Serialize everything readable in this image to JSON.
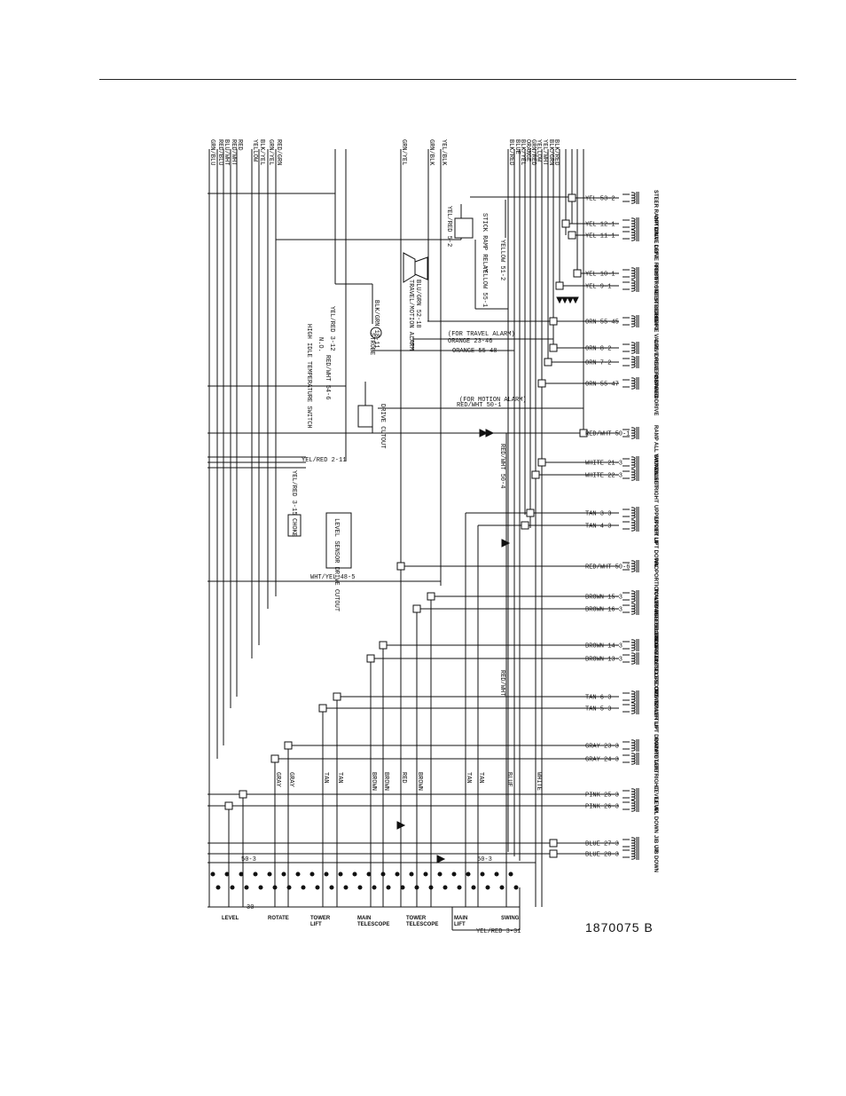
{
  "figure_id": "1870075  B",
  "top_wires": [
    "GRN/BLU",
    "RED/BLU",
    "BLU/WHT",
    "RED/WHT",
    "RED",
    "YELLOW",
    "BLK/YEL",
    "GRN/YEL",
    "RED/GRN",
    "GRN/YEL",
    "GRN/BLK",
    "YEL/BLK",
    "BLK/RED",
    "BLUE",
    "BLK/YEL",
    "ORANGE",
    "GRN/RED",
    "YELLOW",
    "YEL/WHT",
    "BLK/GRN",
    "BLK/RED"
  ],
  "right_wires": [
    {
      "label": "YEL 53-2",
      "component": "STEER RAMP"
    },
    {
      "label": "YEL 12-1",
      "component": "OPTIONAL DRIVE RIGHT"
    },
    {
      "label": "YEL 11-1",
      "component": "DRIVE LEFT"
    },
    {
      "label": "YEL 10-1",
      "component": "FRONT STEER RIGHT"
    },
    {
      "label": "YEL 9-1",
      "component": "FRONT STEER LEFT"
    },
    {
      "label": "ORN 55-45",
      "component": "BRAKE VALVE"
    },
    {
      "label": "ORN 8-2",
      "component": "DRIVE REVERSE"
    },
    {
      "label": "ORN 7-2",
      "component": "DRIVE FORWARD"
    },
    {
      "label": "ORN 55-47",
      "component": "2 SPEED DRIVE"
    },
    {
      "label": "RED/WHT 50-1",
      "component": "RAMP ALL VALVES"
    },
    {
      "label": "WHITE 21-3",
      "component": "SWING LEFT"
    },
    {
      "label": "WHITE 22-3",
      "component": "SWING RIGHT"
    },
    {
      "label": "TAN 3-3",
      "component": "UPPER LIFT UP"
    },
    {
      "label": "TAN 4-3",
      "component": "UPPER LIFT DOWN"
    },
    {
      "label": "RED/WHT 50-6",
      "component": "PROPORTIONAL RAMP FOR DRIVE"
    },
    {
      "label": "BROWN 15-3",
      "component": "TOWER TELESCOPE IN"
    },
    {
      "label": "BROWN 16-3",
      "component": "TOWER TELESCOPE OUT"
    },
    {
      "label": "BROWN 14-3",
      "component": "MAIN TELESCOPE OUT"
    },
    {
      "label": "BROWN 13-3",
      "component": "MAIN TELESCOPE IN"
    },
    {
      "label": "TAN 6-3",
      "component": "TOWER LIFT UP"
    },
    {
      "label": "TAN 5-3",
      "component": "TOWER LIFT DOWN"
    },
    {
      "label": "GRAY 23-3",
      "component": "ROTATE LEFT"
    },
    {
      "label": "GRAY 24-3",
      "component": "ROTATE RIGHT"
    },
    {
      "label": "PINK 25-3",
      "component": "LEVEL UP"
    },
    {
      "label": "PINK 26-3",
      "component": "LEVEL DOWN"
    },
    {
      "label": "BLUE 27-3",
      "component": "JIB UP"
    },
    {
      "label": "BLUE 28-3",
      "component": "JIB DOWN"
    }
  ],
  "mid_labels": {
    "yel_red_5_2": "YEL/RED 5-2",
    "stick_ramp_relay": "STICK RAMP RELAY",
    "yellow_51_2": "YELLOW 51-2",
    "yellow_55_1": "YELLOW 55-1",
    "blu_grn": "BLU/GRN 52-18",
    "travel_alarm": "TRAVEL/MOTION ALARM",
    "for_travel": "(FOR TRAVEL ALARM)",
    "orange_23_46": "ORANGE 23-46",
    "orange_55_48": "ORANGE 55-48",
    "yel_red_3_12": "YEL/RED 3-12",
    "blk_grn": "BLK/GRN 18-11",
    "strobe": "STROBE",
    "red_wht_54": "RED/WHT 54-6",
    "idle_switch": "HIGH IDLE TEMPERATURE SWITCH",
    "no": "N.O.",
    "drive_cutout": "DRIVE CUTOUT",
    "for_motion": "(FOR MOTION ALARM)",
    "red_wht_50_1": "RED/WHT 50-1",
    "red_wht_50_4": "RED/WHT 50-4",
    "yel_red_2_11": "YEL/RED 2-11",
    "yel_red_3_15": "YEL/RED 3-15",
    "choke": "CHOKE",
    "level_sensor": "LEVEL SENSOR DRIVE CUTOUT",
    "wht_yel": "WHT/YEL 48-5",
    "red_wht": "RED/WHT",
    "bus_50_3a": "50-3",
    "bus_50_3b": "50-3",
    "yel_red_3_31": "YEL/RED 3-31",
    "bottom_30": "30"
  },
  "vertical_labels": [
    "GRAY",
    "GRAY",
    "TAN",
    "TAN",
    "BROWN",
    "BROWN",
    "RED",
    "BROWN",
    "TAN",
    "TAN",
    "BLUE",
    "WHITE"
  ],
  "bottom_labels": [
    "LEVEL",
    "ROTATE",
    "TOWER LIFT",
    "MAIN TELESCOPE",
    "TOWER TELESCOPE",
    "MAIN LIFT",
    "SWING"
  ]
}
